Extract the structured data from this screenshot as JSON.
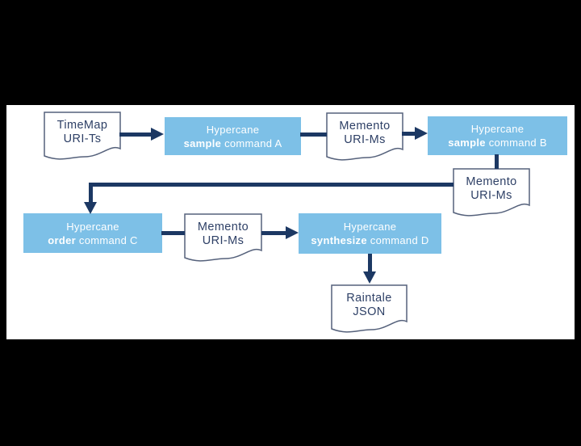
{
  "colors": {
    "background": "#000000",
    "panel": "#ffffff",
    "box_fill": "#7dc0e7",
    "box_text": "#ffffff",
    "arrow": "#1c3863",
    "doc_border": "#55617b",
    "doc_text": "#2e4066"
  },
  "nodes": {
    "timemap": {
      "line1": "TimeMap",
      "line2": "URI-Ts"
    },
    "box_a": {
      "line1": "Hypercane",
      "bold": "sample",
      "rest": " command A"
    },
    "memento1": {
      "line1": "Memento",
      "line2": "URI-Ms"
    },
    "box_b": {
      "line1": "Hypercane",
      "bold": "sample",
      "rest": " command B"
    },
    "memento2": {
      "line1": "Memento",
      "line2": "URI-Ms"
    },
    "box_c": {
      "line1": "Hypercane",
      "bold": "order",
      "rest": " command C"
    },
    "memento3": {
      "line1": "Memento",
      "line2": "URI-Ms"
    },
    "box_d": {
      "line1": "Hypercane",
      "bold": "synthesize",
      "rest": " command D"
    },
    "raintale": {
      "line1": "Raintale",
      "line2": "JSON"
    }
  },
  "edges": [
    {
      "from": "TimeMap URI-Ts",
      "to": "Hypercane sample command A"
    },
    {
      "from": "Hypercane sample command A",
      "to": "Memento URI-Ms"
    },
    {
      "from": "Memento URI-Ms",
      "to": "Hypercane sample command B"
    },
    {
      "from": "Hypercane sample command B",
      "to": "Memento URI-Ms"
    },
    {
      "from": "Memento URI-Ms",
      "to": "Hypercane order command C"
    },
    {
      "from": "Hypercane order command C",
      "to": "Memento URI-Ms"
    },
    {
      "from": "Memento URI-Ms",
      "to": "Hypercane synthesize command D"
    },
    {
      "from": "Hypercane synthesize command D",
      "to": "Raintale JSON"
    }
  ]
}
